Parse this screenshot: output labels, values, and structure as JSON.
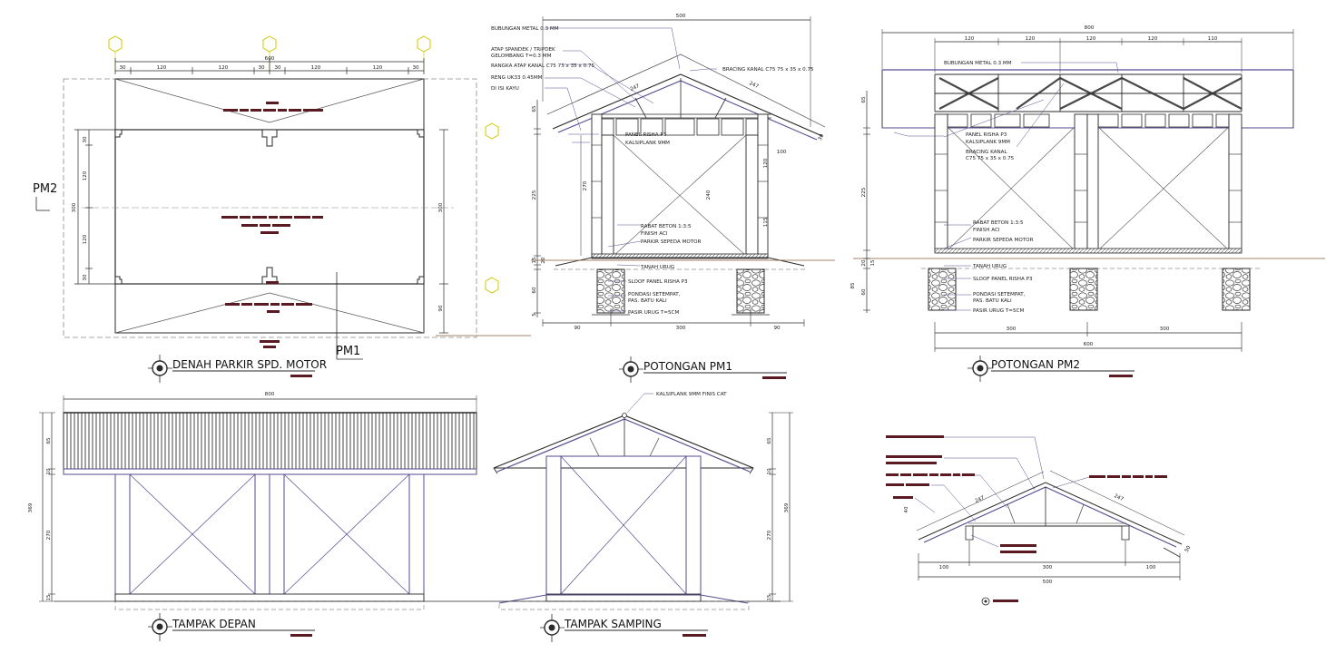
{
  "colors": {
    "line": "#2a2a2a",
    "purple": "#5a4a90",
    "brown": "#8a5a3a",
    "redact": "#5a1a22",
    "yellow": "#d2c800",
    "dash": "#8a8a8a"
  },
  "titles": {
    "plan": "DENAH PARKIR SPD. MOTOR",
    "pm1": "POTONGAN PM1",
    "pm2": "POTONGAN PM2",
    "front": "TAMPAK DEPAN",
    "side": "TAMPAK SAMPING"
  },
  "plan": {
    "cut_labels": [
      "PM2",
      "PM1"
    ],
    "top_dims": [
      "30",
      "120",
      "120",
      "30",
      "30",
      "120",
      "120",
      "30"
    ],
    "total_dim": "600",
    "left_dims": [
      "30",
      "120",
      "120",
      "30"
    ],
    "total_side": "300",
    "right_dim": "300",
    "right_small": "90"
  },
  "pm1": {
    "notes": [
      "BUBUNGAN METAL 0.3 MM",
      "ATAP SPANDEK / TRIPDEK",
      "GELOMBANG T=0.3 MM",
      "RANGKA ATAP KANAL C75 75 x 35 x 0.75",
      "RENG UK33 0.45MM",
      "DI ISI KAYU",
      "BRACING KANAL C75 75 x 35 x 0.75",
      "PANEL RISHA P3",
      "KALSIPLANK 9MM",
      "RABAT BETON 1:3:5",
      "FINISH ACI",
      "PARKIR SEPEDA MOTOR",
      "TANAH URUG",
      "SLOOF PANEL RISHA P3",
      "PONDASI SETEMPAT,",
      "PAS. BATU KALI",
      "PASIR URUG T=5CM"
    ],
    "dims": [
      "500",
      "247",
      "247",
      "90",
      "300",
      "90",
      "100",
      "270",
      "240",
      "120",
      "115",
      "65",
      "225",
      "15",
      "20",
      "60",
      "5",
      "30"
    ]
  },
  "pm2": {
    "notes": [
      "BUBUNGAN METAL 0.3 MM",
      "PANEL RISHA P3",
      "KALSIPLANK 9MM",
      "BRACING KANAL",
      "C75 75 x 35 x 0.75",
      "RABAT BETON 1:3:5",
      "FINISH ACI",
      "PARKIR SEPEDA MOTOR",
      "TANAH URUG",
      "SLOOF PANEL RISHA P3",
      "PONDASI SETEMPAT,",
      "PAS. BATU KALI",
      "PASIR URUG T=5CM"
    ],
    "dims": [
      "800",
      "120",
      "120",
      "120",
      "120",
      "110",
      "300",
      "300",
      "600",
      "65",
      "225",
      "20",
      "15",
      "60",
      "85"
    ]
  },
  "front": {
    "dims": [
      "800",
      "65",
      "10",
      "270",
      "15",
      "369"
    ]
  },
  "side": {
    "note": "KALSIPLANK 9MM FINIS CAT",
    "dims": [
      "65",
      "10",
      "270",
      "15",
      "369"
    ]
  },
  "detail": {
    "dims": [
      "100",
      "300",
      "100",
      "500",
      "247",
      "247",
      "50",
      "40"
    ]
  }
}
